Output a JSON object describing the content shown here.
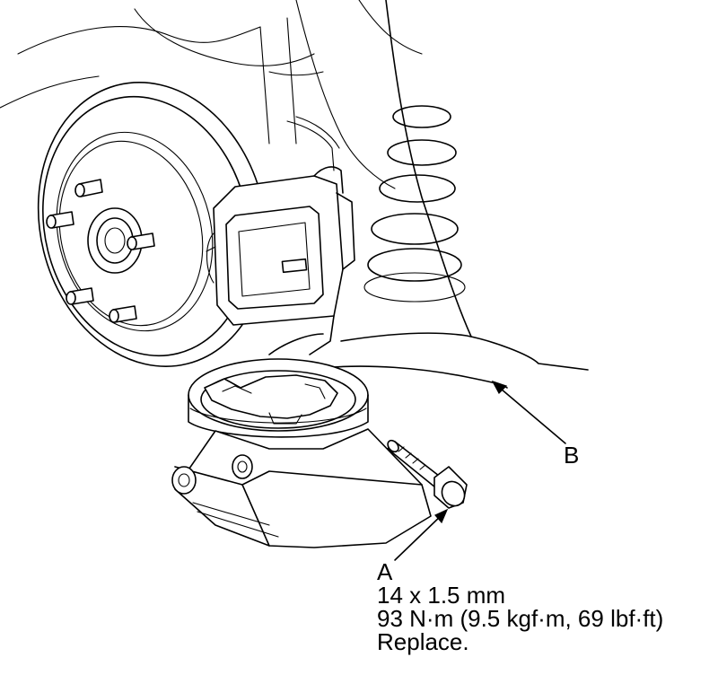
{
  "callouts": {
    "a": {
      "letter": "A",
      "size": "14 x 1.5 mm",
      "torque": "93 N·m (9.5 kgf·m, 69 lbf·ft)",
      "note": "Replace."
    },
    "b": {
      "letter": "B"
    }
  }
}
